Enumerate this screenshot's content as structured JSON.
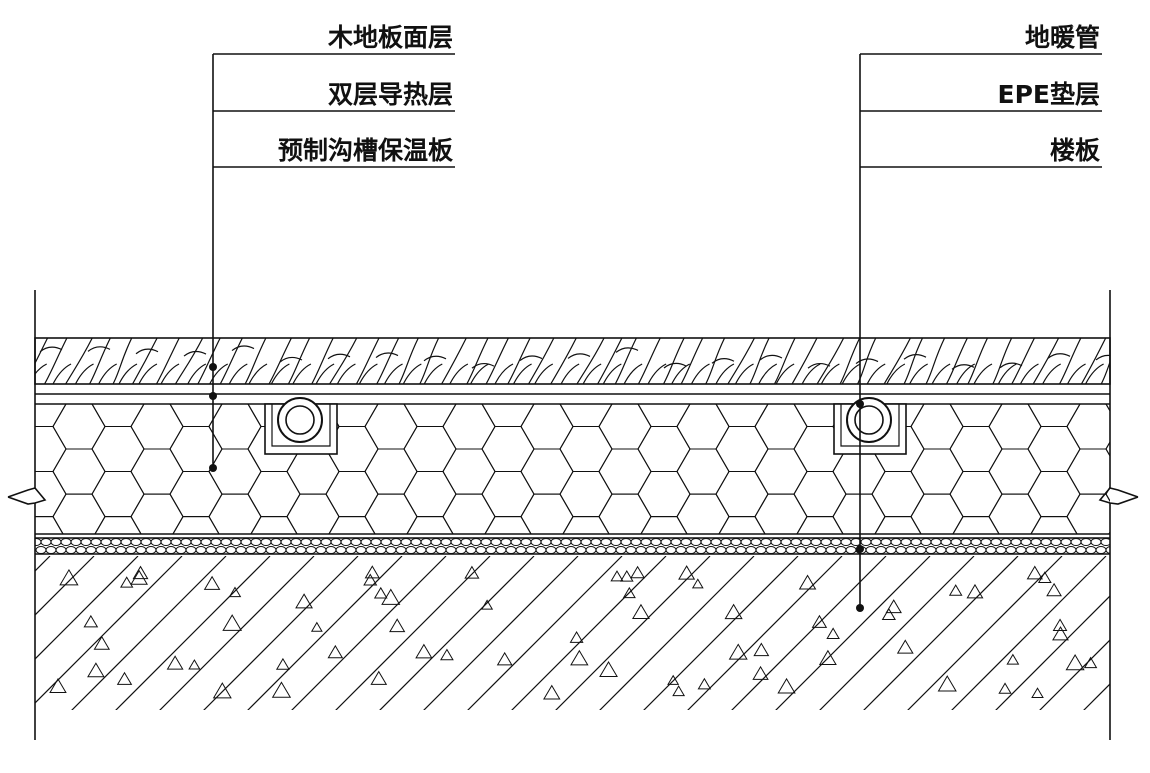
{
  "labels_left": [
    {
      "id": "wood",
      "text": "木地板面层"
    },
    {
      "id": "foil",
      "text": "双层导热层"
    },
    {
      "id": "board",
      "text": "预制沟槽保温板"
    }
  ],
  "labels_right": [
    {
      "id": "pipe",
      "text": "地暖管"
    },
    {
      "id": "epe",
      "text": "EPE垫层"
    },
    {
      "id": "slab",
      "text": "楼板"
    }
  ],
  "colors": {
    "line": "#111111",
    "background": "#ffffff"
  }
}
